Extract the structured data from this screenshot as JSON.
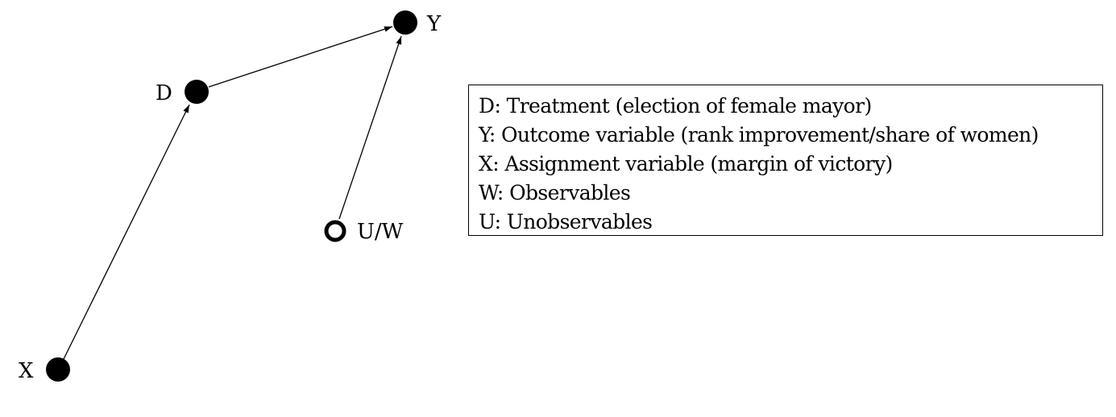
{
  "nodes": [
    {
      "id": "Y",
      "label": "Y",
      "style": "filled"
    },
    {
      "id": "D",
      "label": "D",
      "style": "filled"
    },
    {
      "id": "UW",
      "label": "U/W",
      "style": "hollow"
    },
    {
      "id": "X",
      "label": "X",
      "style": "filled"
    }
  ],
  "edges": [
    {
      "from": "X",
      "to": "D"
    },
    {
      "from": "D",
      "to": "Y"
    },
    {
      "from": "UW",
      "to": "Y"
    }
  ],
  "legend": {
    "lines": [
      "D: Treatment (election of female mayor)",
      "Y: Outcome variable (rank improvement/share of women)",
      "X: Assignment variable (margin of victory)",
      "W: Observables",
      "U: Unobservables"
    ]
  },
  "colors": {
    "node": "#000000",
    "edge": "#000000",
    "background": "#ffffff"
  }
}
